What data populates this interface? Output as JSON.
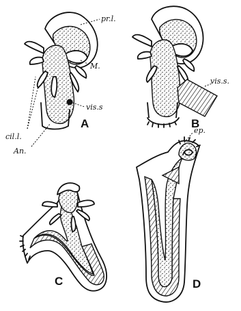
{
  "panels": {
    "a": {
      "letter": "A",
      "labels": {
        "pr": "pr.l.",
        "m": "M.",
        "cil": "cil.l.",
        "vis": "vis.s",
        "an": "An."
      }
    },
    "b": {
      "letter": "B",
      "labels": {
        "vis": "vis.s."
      }
    },
    "c": {
      "letter": "C"
    },
    "d": {
      "letter": "D",
      "labels": {
        "ep": "ep."
      }
    }
  }
}
